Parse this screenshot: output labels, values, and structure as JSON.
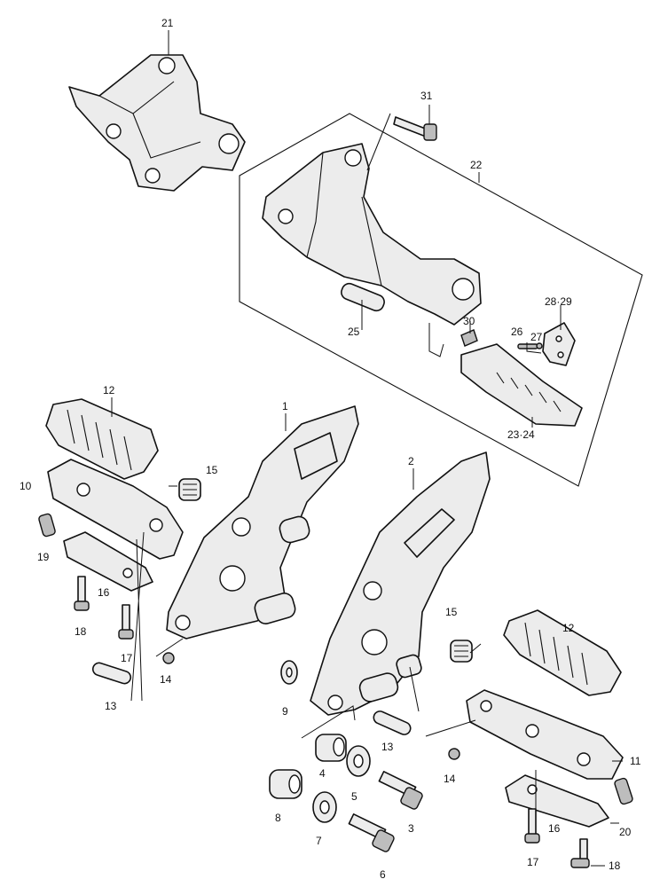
{
  "callouts": {
    "c1": "1",
    "c2": "2",
    "c3": "3",
    "c4": "4",
    "c5": "5",
    "c6": "6",
    "c7": "7",
    "c8": "8",
    "c9": "9",
    "c10": "10",
    "c11": "11",
    "c12a": "12",
    "c12b": "12",
    "c13a": "13",
    "c13b": "13",
    "c14a": "14",
    "c14b": "14",
    "c15a": "15",
    "c15b": "15",
    "c16a": "16",
    "c16b": "16",
    "c17a": "17",
    "c17b": "17",
    "c18a": "18",
    "c18b": "18",
    "c19": "19",
    "c20": "20",
    "c21": "21",
    "c22": "22",
    "c23_24": "23·24",
    "c25": "25",
    "c26": "26",
    "c27": "27",
    "c28_29": "28·29",
    "c30": "30",
    "c31": "31"
  }
}
